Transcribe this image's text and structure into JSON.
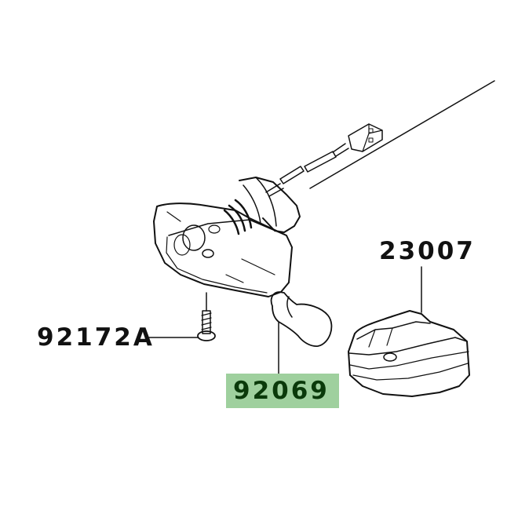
{
  "diagram": {
    "type": "exploded-parts-diagram",
    "subject": "turn signal assembly",
    "highlight_color": "#9fd09e",
    "parts": [
      {
        "id": "part-23007",
        "number": "23007",
        "component": "lens",
        "highlighted": false
      },
      {
        "id": "part-92172A",
        "number": "92172A",
        "component": "screw",
        "highlighted": false
      },
      {
        "id": "part-92069",
        "number": "92069",
        "component": "bulb",
        "highlighted": true
      }
    ]
  }
}
